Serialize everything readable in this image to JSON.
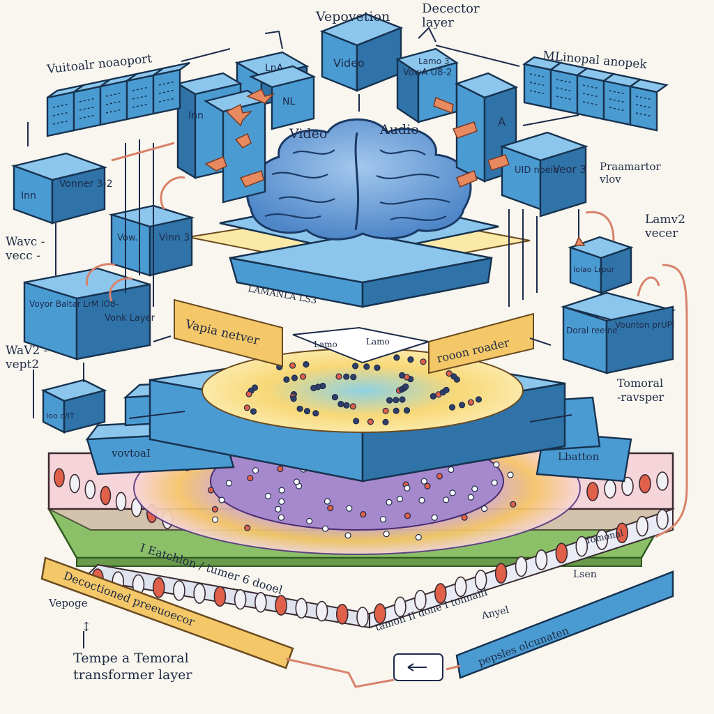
{
  "labels": {
    "top_center": "Vepovetion",
    "top_right_title": "Decector\nlayer",
    "top_right_far": "MLinopal anopek",
    "top_left": "Vuitoalr noaoport",
    "video": "Video",
    "lnv": "LnA",
    "nl": "NL",
    "vowa": "VowA\nU8-2",
    "lamo": "Lamo 3",
    "a_box": "A",
    "video_over_brain": "Video",
    "audio_over_brain": "Audio",
    "vonner": "Vonner\n3-2",
    "inn": "Inn",
    "vow": "Vow.",
    "vinn": "Vinn\n3",
    "wavc": "Wavc -\nvecc -",
    "voyor": "Voyor Baltar\nLrM    lO8-",
    "vonk": "Vonk\nLayer",
    "wav2": "WaV2 -\nvept2",
    "ioo": "Ioo  o/IT",
    "uid": "UID\nnoein",
    "veor": "Veor\n3",
    "praamartor": "Praamartor\nvlov",
    "lamv2": "Lamv2\nvecer",
    "ioao": "Ioiao    Lrpur",
    "doral": "Doral\nreeine",
    "vonton": "Vounton\nprUPI",
    "tomoral": "Tomoral\n-ravsper",
    "vapla": "Vapia netver",
    "lamo_tag": "Lamo",
    "lamo_tag2": "Lamo",
    "rooon": "rooon roader",
    "plate_text": "LAMANLA LS3",
    "vovtoal": "vovtoaI",
    "lbatton": "Lbatton",
    "eatchlon": "I   Eatchlon   / tumer 6   dooel",
    "tamon": "tamon  II   done   I  tonnallI",
    "tomonal": "Tomonal",
    "decoctioned": "Decoctioned preeuoecor",
    "lsen": "Lsen",
    "anyel": "Anyel",
    "pepsles": "pepsles olcunaten",
    "vepoge": "Vepoge",
    "tempe": "Tempe a Temoral\ntransformer layer"
  },
  "colors": {
    "block_blue": "#4b9bd3",
    "brain_blue": "#6ea3d8",
    "plate_pink": "#f6d5da",
    "plate_green": "#8cc068",
    "tag_yellow": "#f4c869",
    "arrow_orange": "#e8895f",
    "ink": "#1d2b4a"
  },
  "icons": [
    "brain-icon",
    "neural-network-icon"
  ]
}
